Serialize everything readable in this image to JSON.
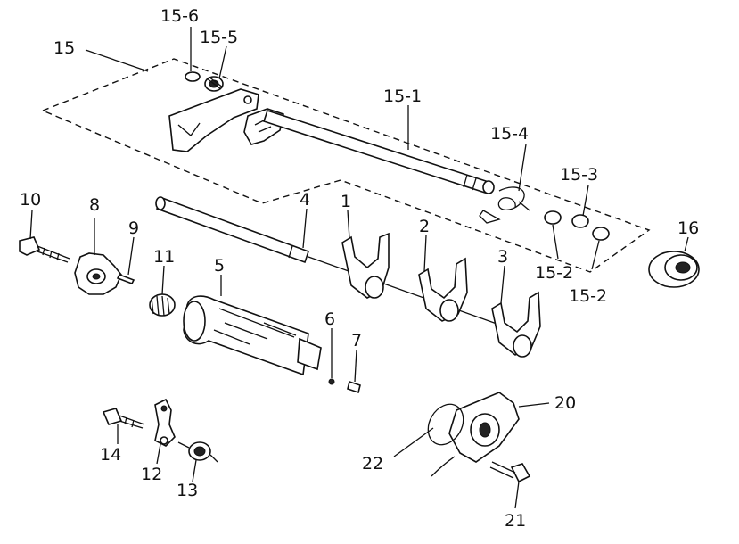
{
  "diagram": {
    "labels": {
      "p15": "15",
      "p15_6": "15-6",
      "p15_5": "15-5",
      "p15_1": "15-1",
      "p15_4": "15-4",
      "p15_3": "15-3",
      "p15_2a": "15-2",
      "p15_2b": "15-2",
      "p16": "16",
      "p10": "10",
      "p8": "8",
      "p9": "9",
      "p11": "11",
      "p5": "5",
      "p4": "4",
      "p1": "1",
      "p2": "2",
      "p3": "3",
      "p6": "6",
      "p7": "7",
      "p14": "14",
      "p12": "12",
      "p13": "13",
      "p20": "20",
      "p22": "22",
      "p21": "21"
    }
  }
}
